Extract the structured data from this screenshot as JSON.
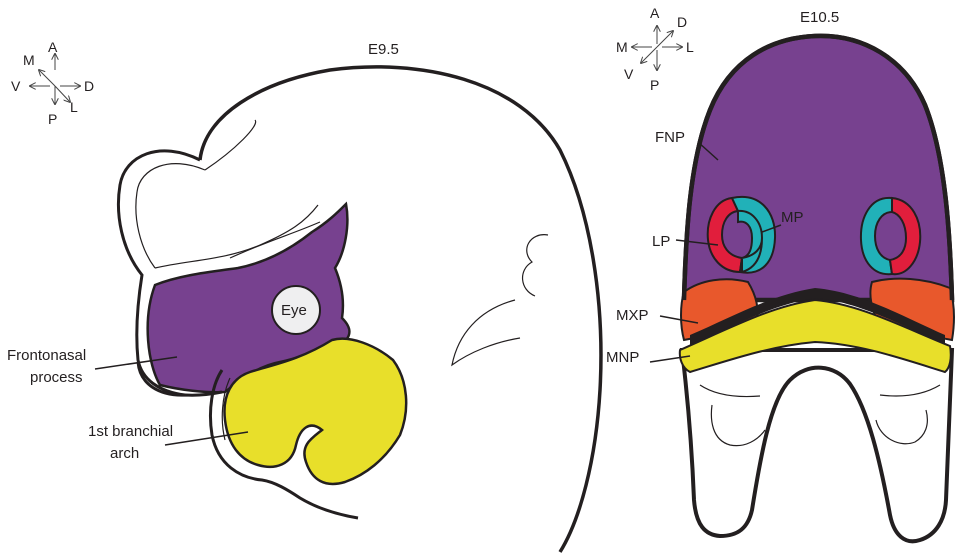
{
  "left_panel": {
    "title": "E9.5",
    "orientation": {
      "A": "A",
      "P": "P",
      "D": "D",
      "V": "V",
      "M": "M",
      "L": "L"
    },
    "labels": {
      "eye": "Eye",
      "frontonasal_line1": "Frontonasal",
      "frontonasal_line2": "process",
      "branchial_line1": "1st branchial",
      "branchial_line2": "arch"
    }
  },
  "right_panel": {
    "title": "E10.5",
    "orientation": {
      "A": "A",
      "P": "P",
      "D": "D",
      "V": "V",
      "M": "M",
      "L": "L"
    },
    "labels": {
      "fnp": "FNP",
      "mp": "MP",
      "lp": "LP",
      "mxp": "MXP",
      "mnp": "MNP"
    }
  },
  "colors": {
    "frontonasal": "#77418f",
    "branchial_arch": "#e8df2a",
    "lateral_process": "#e11e3c",
    "medial_process": "#21b1b8",
    "maxillary_process": "#e8582c",
    "outline": "#231f20"
  }
}
